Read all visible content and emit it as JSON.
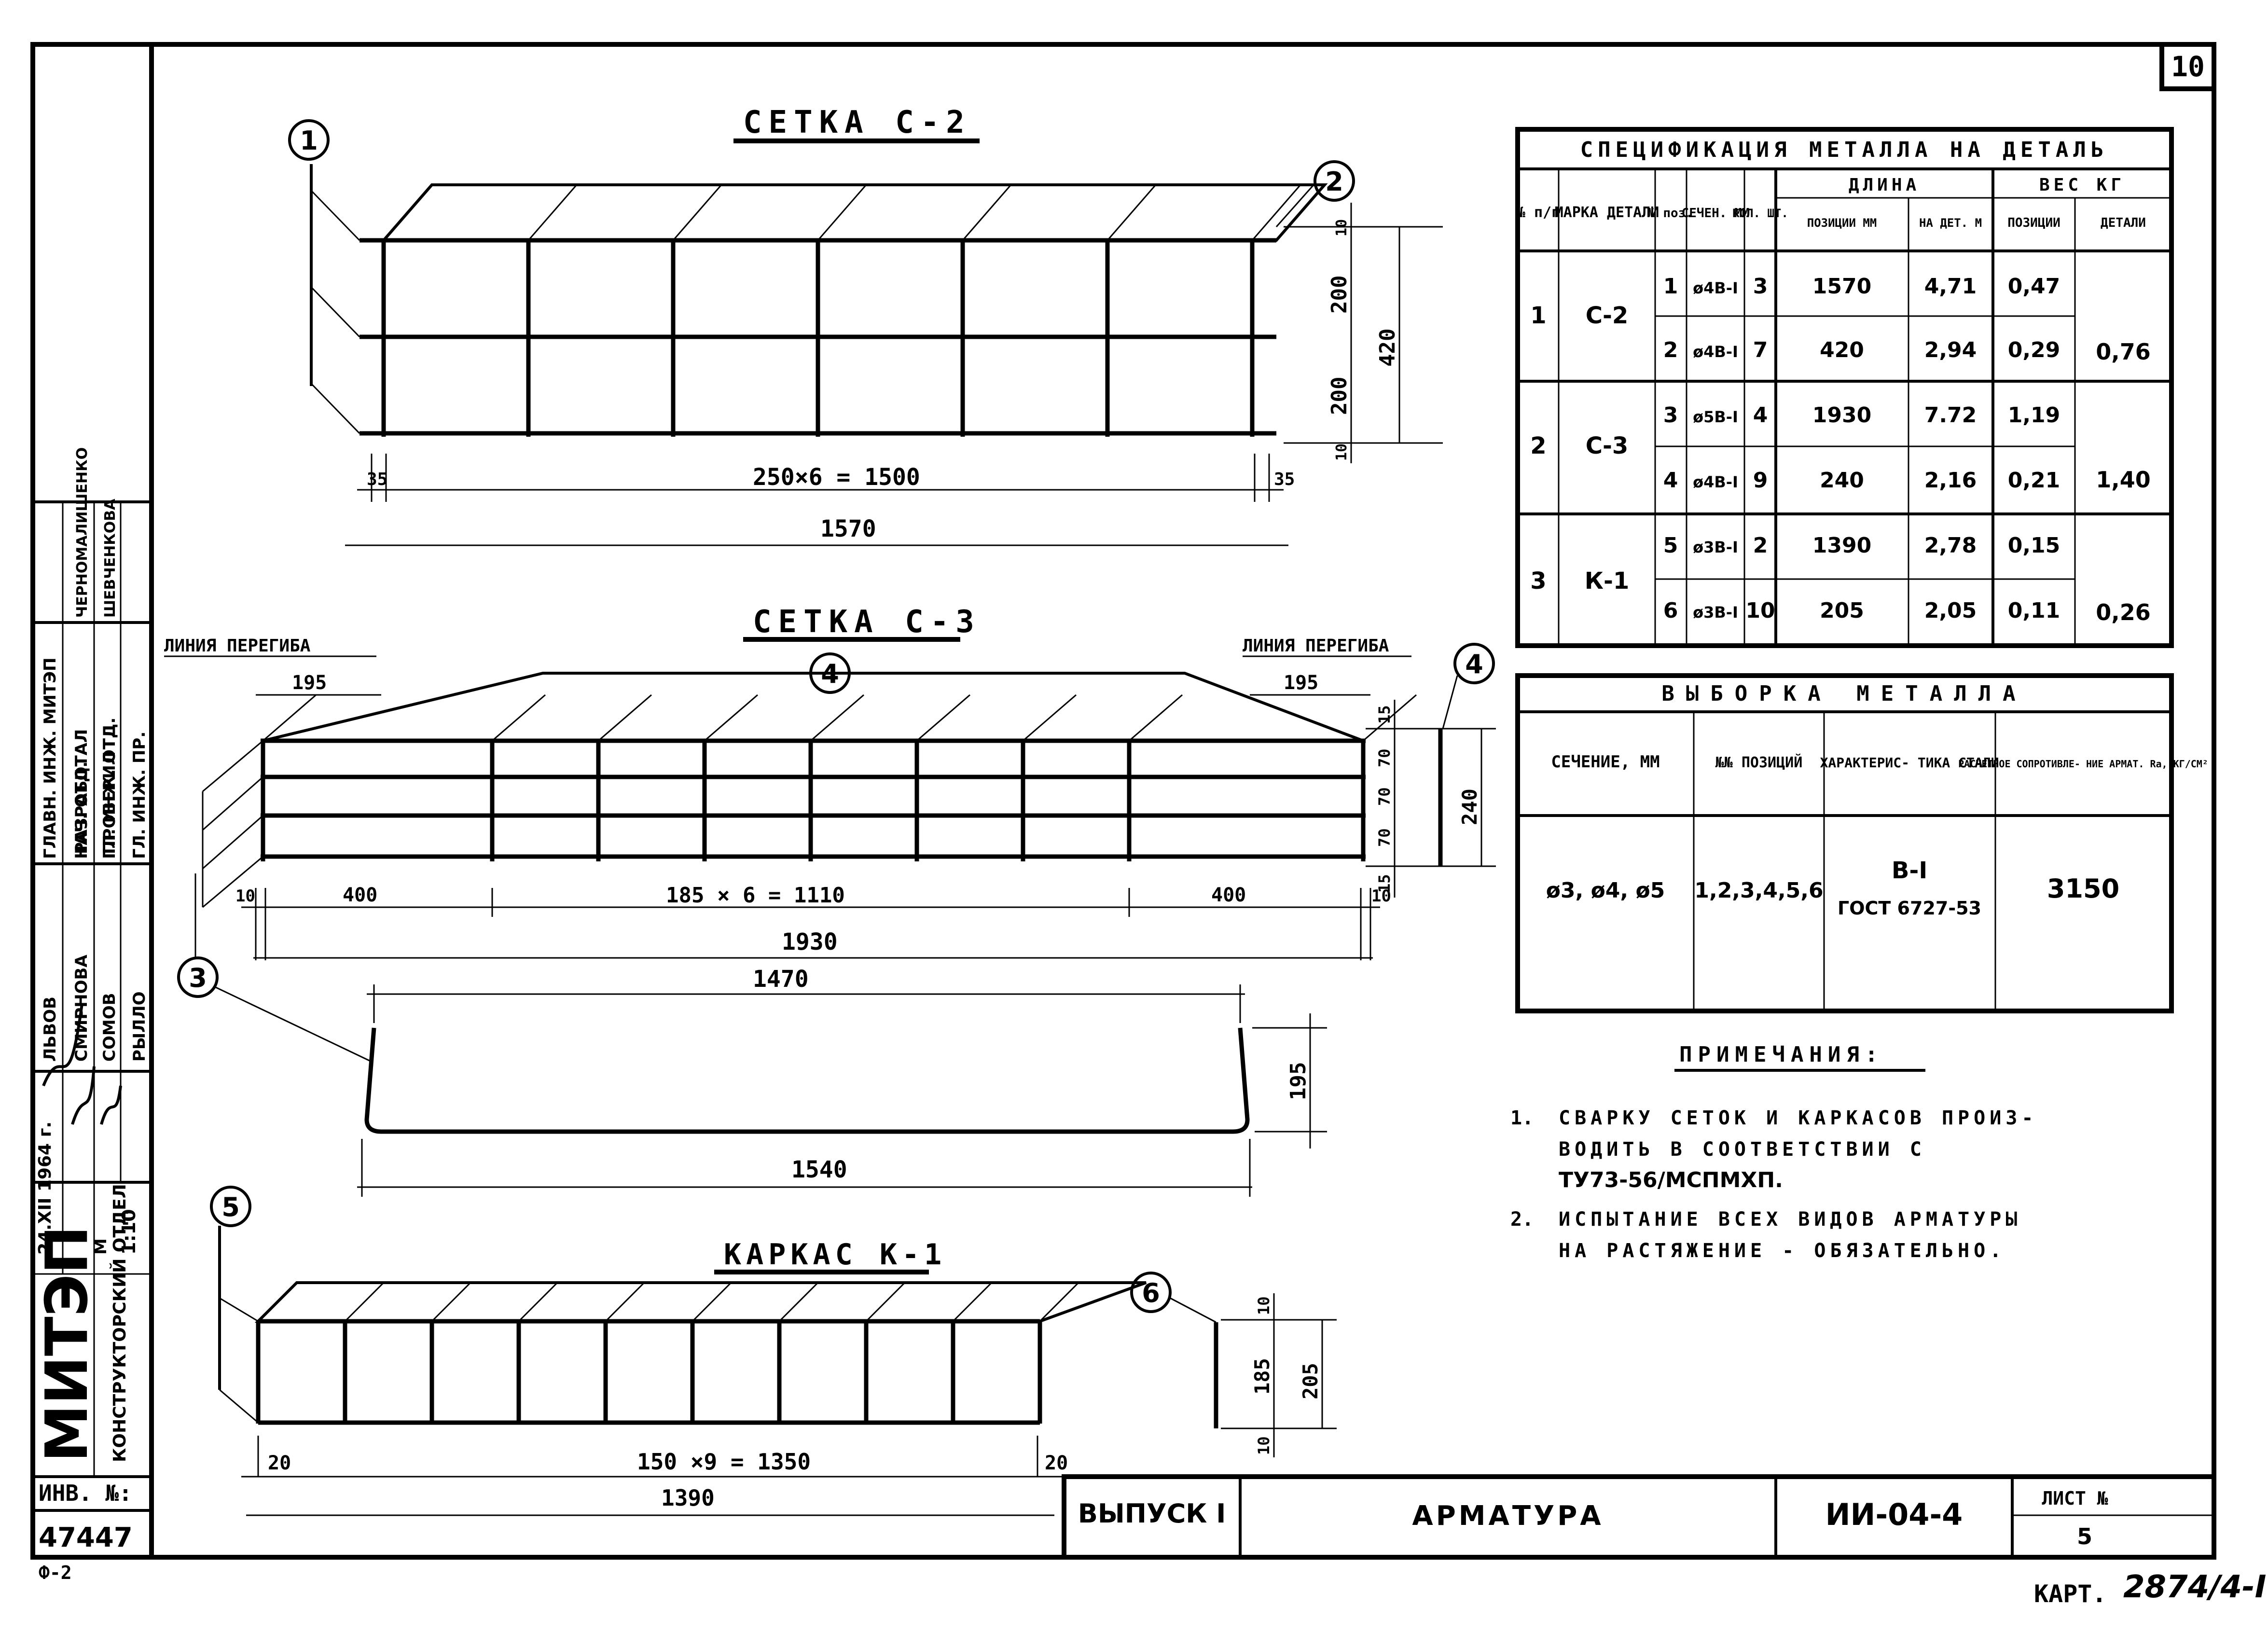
{
  "sheet": {
    "number": "10",
    "bottom_left_code": "Ф-2",
    "archive_label": "КАРТ.",
    "archive_value": "2874/4-I"
  },
  "drawings": {
    "s2_title": "СЕТКА С-2",
    "s3_title": "СЕТКА С-3",
    "k1_title": "КАРКАС К-1",
    "bend_line_left": "ЛИНИЯ ПЕРЕГИБА",
    "bend_line_right": "ЛИНИЯ ПЕРЕГИБА",
    "callouts": [
      "1",
      "2",
      "3",
      "4",
      "4",
      "5",
      "6"
    ],
    "s2_dims": {
      "pitch": "250×6 = 1500",
      "total": "1570",
      "end_left": "35",
      "end_right": "35",
      "h1": "200",
      "h2": "200",
      "h_total": "420",
      "top": "10",
      "bottom": "10"
    },
    "s3_dims": {
      "bend_left": "195",
      "bend_right": "195",
      "edge_left": "10",
      "seg_left": "400",
      "pitch": "185 × 6 = 1110",
      "seg_right": "400",
      "edge_right": "10",
      "total": "1930",
      "h_top": "15",
      "h1": "70",
      "h2": "70",
      "h3": "70",
      "h_bottom": "15",
      "h_total": "240"
    },
    "s3_bent": {
      "top": "1470",
      "bottom": "1540",
      "height": "195"
    },
    "k1_dims": {
      "end_left": "20",
      "pitch": "150 ×9 = 1350",
      "end_right": "20",
      "total": "1390",
      "top": "10",
      "mid": "185",
      "bottom": "10",
      "h_total": "205"
    }
  },
  "spec_table": {
    "title": "СПЕЦИФИКАЦИЯ МЕТАЛЛА НА ДЕТАЛЬ",
    "headers": {
      "num": "№ п/п",
      "mark": "МАРКА ДЕТАЛИ",
      "pos": "№ поз.",
      "section": "СЕЧЕН. ММ",
      "qty": "КОЛ. ШТ.",
      "length": "ДЛИНА",
      "len_pos": "ПОЗИЦИИ ММ",
      "len_det": "НА ДЕТ. М",
      "weight": "ВЕС КГ",
      "w_pos": "ПОЗИЦИИ",
      "w_det": "ДЕТАЛИ"
    },
    "groups": [
      {
        "num": "1",
        "mark": "С-2",
        "weight_total": "0,76",
        "rows": [
          {
            "pos": "1",
            "section": "ø4В-I",
            "qty": "3",
            "len_pos": "1570",
            "len_det": "4,71",
            "w_pos": "0,47"
          },
          {
            "pos": "2",
            "section": "ø4В-I",
            "qty": "7",
            "len_pos": "420",
            "len_det": "2,94",
            "w_pos": "0,29"
          }
        ]
      },
      {
        "num": "2",
        "mark": "С-3",
        "weight_total": "1,40",
        "rows": [
          {
            "pos": "3",
            "section": "ø5В-I",
            "qty": "4",
            "len_pos": "1930",
            "len_det": "7.72",
            "w_pos": "1,19"
          },
          {
            "pos": "4",
            "section": "ø4В-I",
            "qty": "9",
            "len_pos": "240",
            "len_det": "2,16",
            "w_pos": "0,21"
          }
        ]
      },
      {
        "num": "3",
        "mark": "К-1",
        "weight_total": "0,26",
        "rows": [
          {
            "pos": "5",
            "section": "ø3В-I",
            "qty": "2",
            "len_pos": "1390",
            "len_det": "2,78",
            "w_pos": "0,15"
          },
          {
            "pos": "6",
            "section": "ø3В-I",
            "qty": "10",
            "len_pos": "205",
            "len_det": "2,05",
            "w_pos": "0,11"
          }
        ]
      }
    ]
  },
  "selection_table": {
    "title": "ВЫБОРКА МЕТАЛЛА",
    "headers": {
      "section": "СЕЧЕНИЕ, ММ",
      "positions": "№№ ПОЗИЦИЙ",
      "steel": "ХАРАКТЕРИС- ТИКА СТАЛИ",
      "resistance": "РАСЧЕТНОЕ СОПРОТИВЛЕ- НИЕ АРМАТ. Rа, КГ/СМ²"
    },
    "row": {
      "section": "ø3, ø4, ø5",
      "positions": "1,2,3,4,5,6",
      "steel1": "В-I",
      "steel2": "ГОСТ 6727-53",
      "resistance": "3150"
    }
  },
  "notes": {
    "title": "ПРИМЕЧАНИЯ:",
    "n1_num": "1.",
    "n1_l1": "СВАРКУ СЕТОК И КАРКАСОВ ПРОИЗ-",
    "n1_l2": "ВОДИТЬ В СООТВЕТСТВИИ С",
    "n1_l3": "ТУ73-56/МСПМХП.",
    "n2_num": "2.",
    "n2_l1": "ИСПЫТАНИЕ ВСЕХ ВИДОВ АРМАТУРЫ",
    "n2_l2": "НА РАСТЯЖЕНИЕ - ОБЯЗАТЕЛЬНО."
  },
  "title_block": {
    "series": "ВЫПУСК I",
    "name": "АРМАТУРА",
    "code": "ИИ-04-4",
    "sheet_label": "ЛИСТ №",
    "sheet_no": "5"
  },
  "side_stamp": {
    "org": "МИТЭП",
    "dept": "КОНСТРУКТОРСКИЙ ОТДЕЛ",
    "inv_label": "ИНВ. №:",
    "inv_no": "47447",
    "date": "24.XII 1964 г.",
    "scale_label": "М",
    "scale": "1:10",
    "roles": [
      "ГЛАВН. ИНЖ. МИТЭП",
      "НАЧ. ОТД.",
      "ГЛ. ИНЖ. ОТД.",
      "ГЛ. ИНЖ. ПР."
    ],
    "names": [
      "ЛЬВОВ",
      "СМИРНОВА",
      "СОМОВ",
      "РЫЛЛО"
    ],
    "roles2": [
      "РАЗРАБОТАЛ",
      "ПРОВЕРИЛ"
    ],
    "names2": [
      "ЧЕРНОМАЛИШЕНКО",
      "ШЕВЧЕНКОВА"
    ]
  }
}
